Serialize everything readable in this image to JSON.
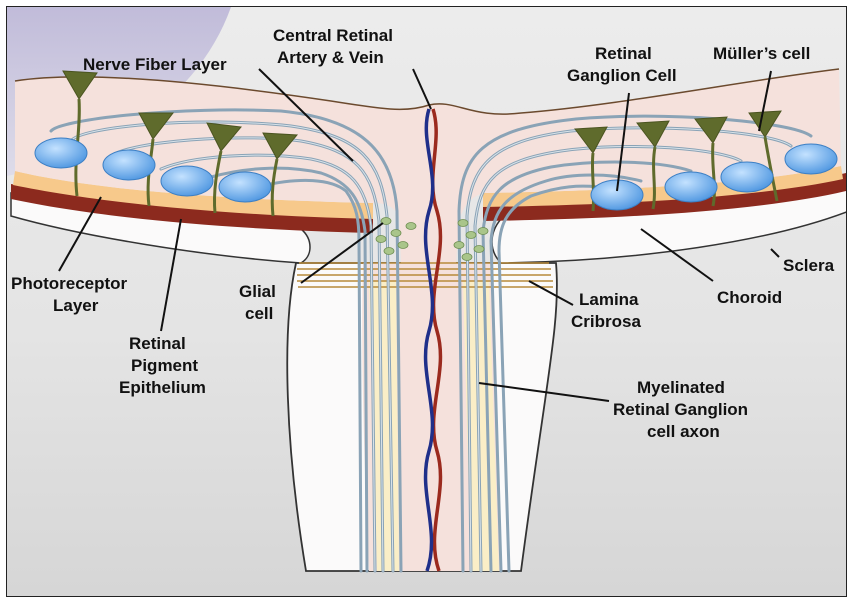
{
  "labels": {
    "nerve_fiber_layer": "Nerve Fiber Layer",
    "central_retinal_1": "Central Retinal",
    "central_retinal_2": "Artery & Vein",
    "retinal_ganglion_1": "Retinal",
    "retinal_ganglion_2": "Ganglion Cell",
    "muller_cell": "Müller’s cell",
    "photoreceptor_1": "Photoreceptor",
    "photoreceptor_2": "Layer",
    "glial_1": "Glial",
    "glial_2": "cell",
    "lamina_1": "Lamina",
    "lamina_2": "Cribrosa",
    "sclera": "Sclera",
    "choroid": "Choroid",
    "rpe_1": "Retinal",
    "rpe_2": "Pigment",
    "rpe_3": "Epithelium",
    "myelinated_1": "Myelinated",
    "myelinated_2": "Retinal Ganglion",
    "myelinated_3": "cell axon"
  },
  "colors": {
    "retina": "#f5e1dc",
    "nerve_fiber": "#8aa3b6",
    "artery": "#9b2a1e",
    "vein": "#1f2f8a",
    "ganglion_body": "#6fb0ea",
    "muller": "#5f6b2c",
    "choroid": "#8c2a1e",
    "photoreceptor": "#f7c98b",
    "lamina": "#b88a3a",
    "glial": "#a9c58a"
  }
}
